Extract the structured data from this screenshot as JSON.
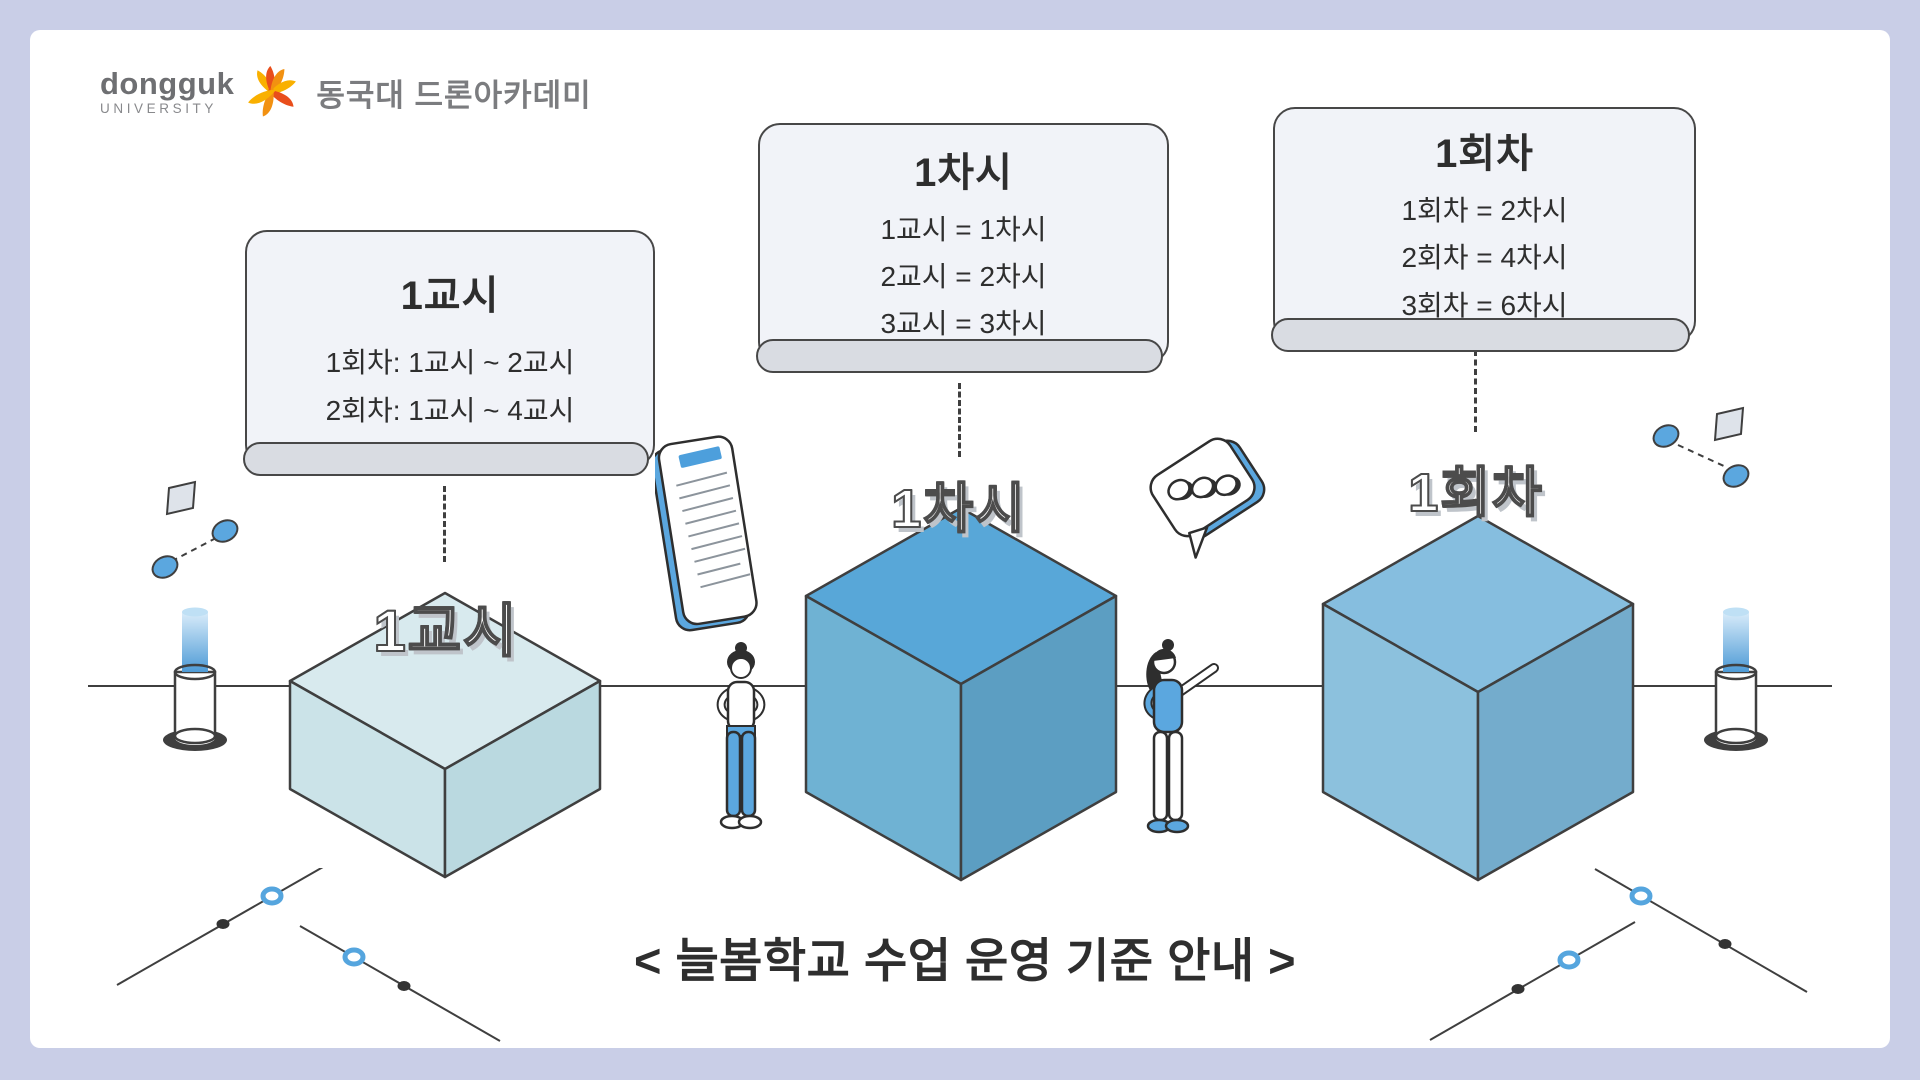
{
  "logo": {
    "wordmark_top": "dongguk",
    "wordmark_bottom": "UNIVERSITY",
    "academy_name": "동국대 드론아카데미"
  },
  "callouts": [
    {
      "heading": "1교시",
      "lines": [
        "1회차: 1교시 ~ 2교시",
        "2회차: 1교시 ~ 4교시"
      ]
    },
    {
      "heading": "1차시",
      "lines": [
        "1교시 = 1차시",
        "2교시 = 2차시",
        "3교시 = 3차시"
      ]
    },
    {
      "heading": "1회차",
      "lines": [
        "1회차 = 2차시",
        "2회차 = 4차시",
        "3회차 = 6차시"
      ]
    }
  ],
  "cubes": [
    {
      "label": "1교시"
    },
    {
      "label": "1차시"
    },
    {
      "label": "1회차"
    }
  ],
  "footer": {
    "title": "< 늘봄학교 수업 운영 기준 안내 >"
  },
  "icons": {
    "logo_mark": "lotus-burst-icon",
    "left_float": [
      "card-chip-icon",
      "coin-disc-icon",
      "coin-disc-icon"
    ],
    "right_float": [
      "coin-disc-icon",
      "card-chip-icon",
      "coin-disc-icon"
    ],
    "document": "document-sheet-icon",
    "speech": "speech-bubble-dots-icon",
    "pillars": "light-beacon-pillar",
    "people": [
      "person-hands-on-hips",
      "person-pointing"
    ]
  },
  "colors": {
    "page_border": "#C9CEE7",
    "content_bg": "#FFFFFF",
    "outline": "#3F3F3F",
    "accent_blue": "#5BA7DF",
    "callout_bg": "#F1F3F8",
    "callout_shadow": "#D9DCE2",
    "cube_left_top": "#D8EAEE",
    "cube_left_faces": [
      "#CBE3E8",
      "#BAD9E0"
    ],
    "cube_mid_top": "#58A7D8",
    "cube_mid_faces": [
      "#6FB2D3",
      "#5C9EC2"
    ],
    "cube_right_top": "#86BEDF",
    "cube_right_faces": [
      "#8CC1DD",
      "#74ACCC"
    ],
    "logo_orange": "#F29111",
    "text_dark": "#2E2E2E"
  }
}
